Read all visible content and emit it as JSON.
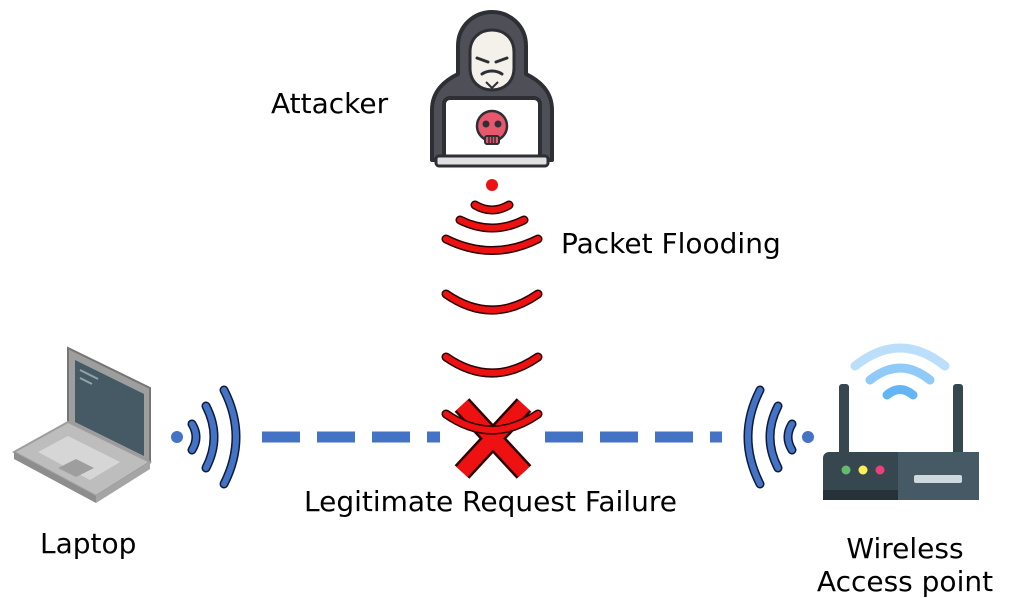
{
  "labels": {
    "attacker": "Attacker",
    "packet_flooding": "Packet Flooding",
    "failure": "Legitimate Request Failure",
    "laptop": "Laptop",
    "access_point_line1": "Wireless",
    "access_point_line2": "Access point"
  },
  "icons": {
    "attacker": "hooded-hacker-icon",
    "laptop": "laptop-icon",
    "router": "wireless-router-icon",
    "failure": "red-x-icon"
  },
  "colors": {
    "flood_red": "#ee1111",
    "link_blue": "#4472c4",
    "failure_red": "#ee1111",
    "router_body": "#37474f",
    "wifi_light": "#90caf9"
  }
}
